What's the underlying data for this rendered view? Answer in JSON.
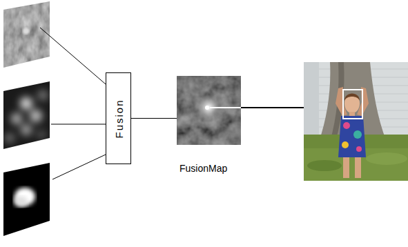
{
  "diagram": {
    "nodes": [
      {
        "text": [
          "Fusion"
        ]
      },
      {
        "text": [
          "FusionMap"
        ]
      }
    ],
    "edges": [
      {
        "from": 0,
        "to": 1,
        "arrow": "none"
      }
    ]
  }
}
